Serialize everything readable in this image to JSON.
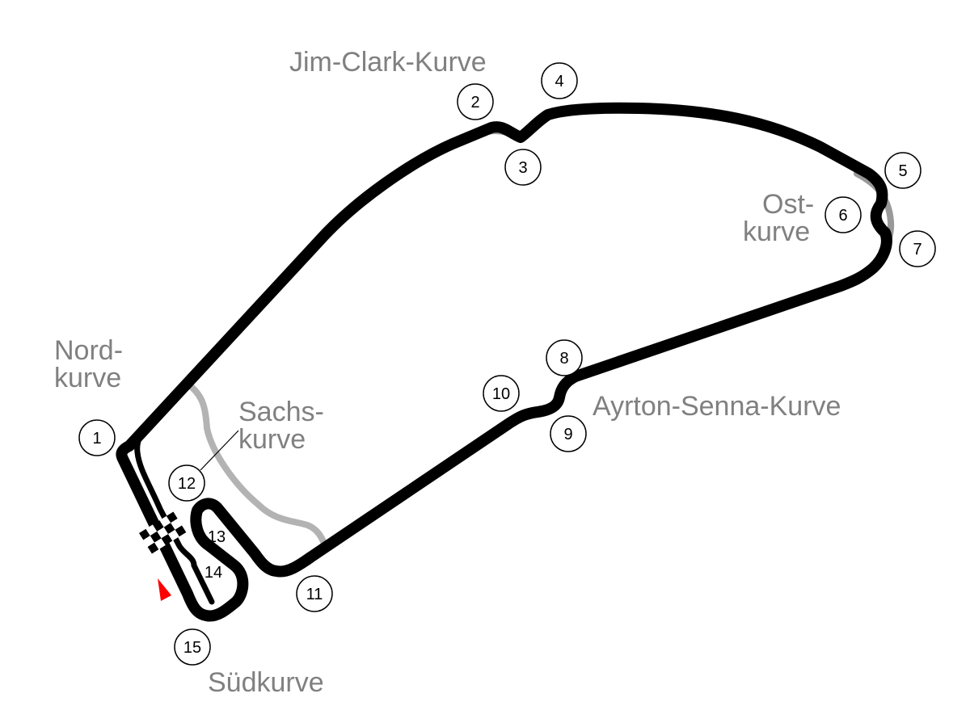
{
  "colors": {
    "track": "#000000",
    "alternate_track": "#b3b3b3",
    "runoff": "#999999",
    "label": "#808080",
    "start_arrow": "#ff0000"
  },
  "corners": {
    "jim_clark": "Jim-Clark-Kurve",
    "ost": [
      "Ost-",
      "kurve"
    ],
    "nord": [
      "Nord-",
      "kurve"
    ],
    "sachs": [
      "Sachs-",
      "kurve"
    ],
    "ayrton_senna": "Ayrton-Senna-Kurve",
    "sued": "Südkurve"
  },
  "turns": [
    "1",
    "2",
    "3",
    "4",
    "5",
    "6",
    "7",
    "8",
    "9",
    "10",
    "11",
    "12",
    "13",
    "14",
    "15"
  ],
  "icons": [
    "start-finish-flag-icon",
    "start-direction-arrow-icon"
  ]
}
